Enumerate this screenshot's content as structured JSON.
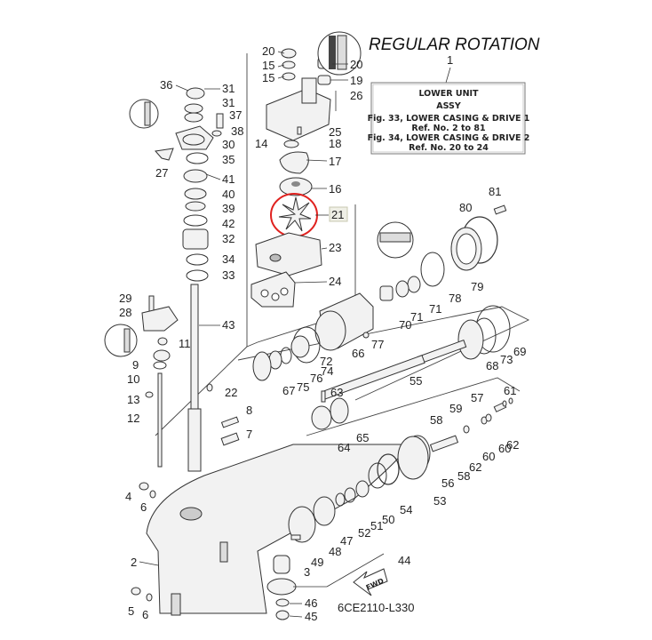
{
  "title": "REGULAR ROTATION",
  "assembly_ref": "1",
  "info_box": {
    "line1": "LOWER UNIT",
    "line2": "ASSY",
    "line3": "Fig. 33, LOWER CASING & DRIVE 1",
    "line4": "Ref. No. 2 to 81",
    "line5": "Fig. 34, LOWER CASING & DRIVE 2",
    "line6": "Ref. No. 20 to 24"
  },
  "highlighted_part": {
    "ref": "21",
    "circle_color": "#e0221f",
    "tag_bg": "#efefe6",
    "tag_border": "#c8c8b0"
  },
  "fwd_label": "FWD",
  "diagram_code": "6CE2110-L330",
  "callouts": {
    "c20a": "20",
    "c15a": "15",
    "c15b": "15",
    "c20b": "20",
    "c19": "19",
    "c26": "26",
    "c14": "14",
    "c25": "25",
    "c18": "18",
    "c17": "17",
    "c16": "16",
    "c21": "21",
    "c23": "23",
    "c24": "24",
    "c36": "36",
    "c31a": "31",
    "c31b": "31",
    "c37": "37",
    "c38": "38",
    "c30": "30",
    "c35": "35",
    "c27": "27",
    "c41": "41",
    "c40": "40",
    "c39": "39",
    "c42": "42",
    "c32": "32",
    "c34": "34",
    "c33": "33",
    "c43": "43",
    "c29": "29",
    "c28": "28",
    "c11": "11",
    "c9": "9",
    "c10": "10",
    "c13": "13",
    "c12": "12",
    "c22": "22",
    "c8": "8",
    "c7": "7",
    "c4": "4",
    "c6a": "6",
    "c2": "2",
    "c5": "5",
    "c6b": "6",
    "c81": "81",
    "c80": "80",
    "c79": "79",
    "c78": "78",
    "c71a": "71",
    "c71b": "71",
    "c70": "70",
    "c77": "77",
    "c66": "66",
    "c72": "72",
    "c74": "74",
    "c76": "76",
    "c75": "75",
    "c67": "67",
    "c69": "69",
    "c73": "73",
    "c68": "68",
    "c63": "63",
    "c55": "55",
    "c65": "65",
    "c64": "64",
    "c61": "61",
    "c57": "57",
    "c59": "59",
    "c58a": "58",
    "c60a": "60",
    "c60b": "60",
    "c62a": "62",
    "c62b": "62",
    "c58b": "58",
    "c56": "56",
    "c53": "53",
    "c54": "54",
    "c50": "50",
    "c51": "51",
    "c52": "52",
    "c47": "47",
    "c48": "48",
    "c49": "49",
    "c44": "44",
    "c3": "3",
    "c46": "46",
    "c45": "45"
  }
}
